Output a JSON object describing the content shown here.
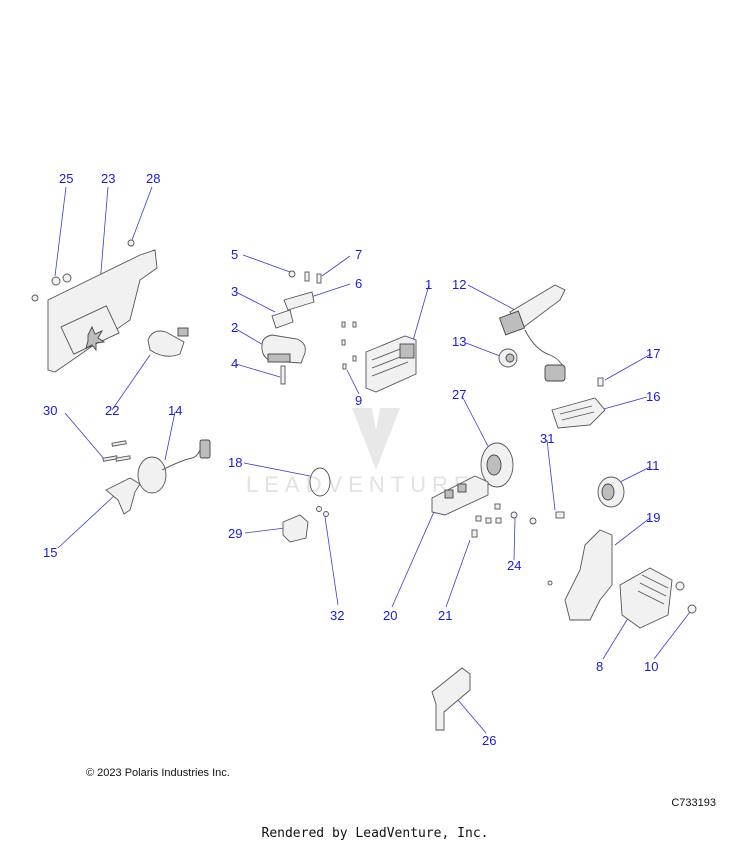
{
  "diagram": {
    "callouts": {
      "c1": "1",
      "c2": "2",
      "c3": "3",
      "c4": "4",
      "c5": "5",
      "c6": "6",
      "c7": "7",
      "c8": "8",
      "c9": "9",
      "c10": "10",
      "c11": "11",
      "c12": "12",
      "c13": "13",
      "c14": "14",
      "c15": "15",
      "c16": "16",
      "c17": "17",
      "c18": "18",
      "c19": "19",
      "c20": "20",
      "c21": "21",
      "c22": "22",
      "c23": "23",
      "c24": "24",
      "c25": "25",
      "c26": "26",
      "c27": "27",
      "c28": "28",
      "c29": "29",
      "c30": "30",
      "c31": "31",
      "c32": "32"
    },
    "callout_color": "#1a1ad6"
  },
  "watermark": {
    "text": "LEADVENTURE"
  },
  "footer": {
    "copyright": "© 2023 Polaris Industries Inc.",
    "diagram_code": "C733193",
    "rendered_by": "Rendered by LeadVenture, Inc."
  }
}
